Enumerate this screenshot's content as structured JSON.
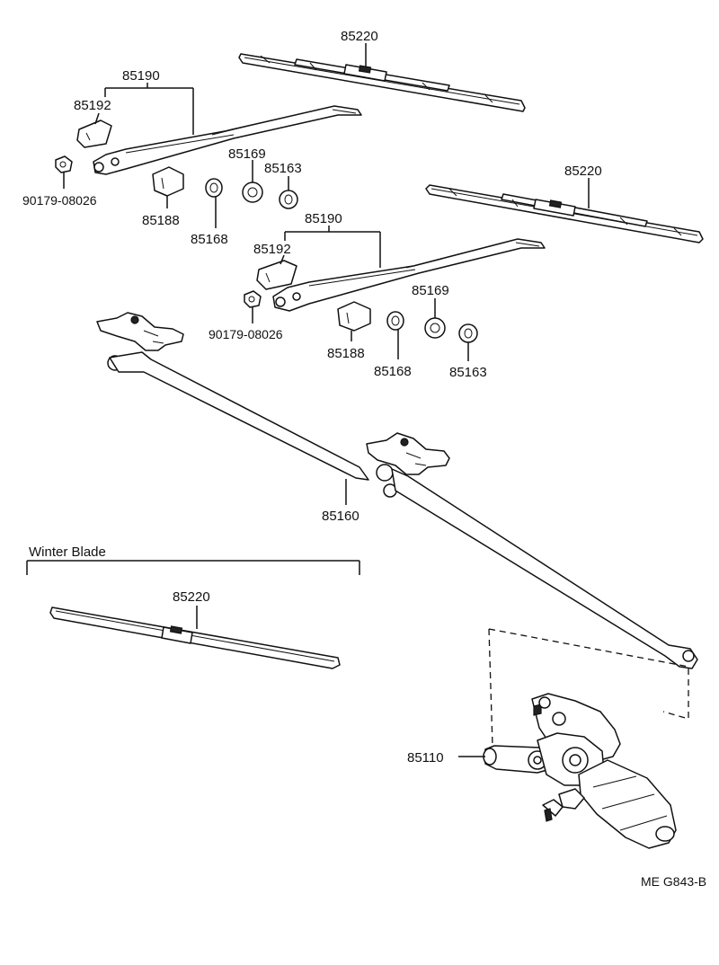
{
  "labels": {
    "blade_top": "85220",
    "arm_left": "85190",
    "cap_left": "85192",
    "nut_left": "90179-08026",
    "bushing_left": "85188",
    "washer_a_left": "85168",
    "washer_b_left": "85169",
    "washer_c_left": "85163",
    "blade_right": "85220",
    "arm_right": "85190",
    "cap_right": "85192",
    "nut_right": "90179-08026",
    "bushing_right": "85188",
    "washer_a_right": "85168",
    "washer_b_right": "85169",
    "washer_c_right": "85163",
    "link": "85160",
    "winter_blade_title": "Winter Blade",
    "winter_blade": "85220",
    "motor": "85110",
    "figure_code": "ME G843-B"
  }
}
